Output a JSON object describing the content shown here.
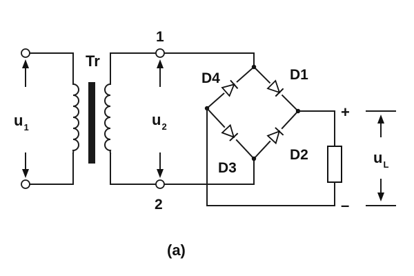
{
  "labels": {
    "transformer": "Tr",
    "input_voltage": "u",
    "input_voltage_sub": "1",
    "secondary_voltage": "u",
    "secondary_voltage_sub": "2",
    "node_top": "1",
    "node_bottom": "2",
    "diode_1": "D1",
    "diode_2": "D2",
    "diode_3": "D3",
    "diode_4": "D4",
    "output_plus": "+",
    "output_minus": "–",
    "output_voltage": "u",
    "output_voltage_sub": "L",
    "caption": "(a)"
  }
}
